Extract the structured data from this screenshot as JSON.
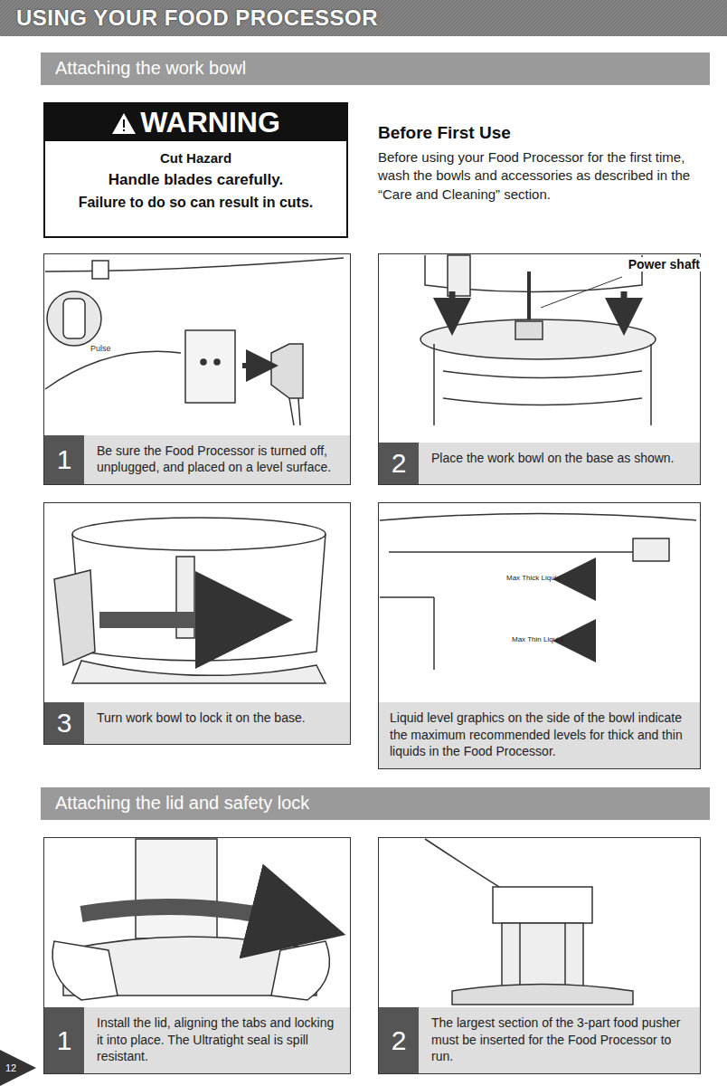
{
  "diagram": {
    "title": "USING YOUR FOOD PROCESSOR",
    "nodes": [
      {
        "text": [
          "Attaching the work bowl"
        ]
      },
      {
        "text": [
          "WARNING",
          "Cut Hazard",
          "Handle blades carefully.",
          "Failure to do so can result in cuts."
        ]
      },
      {
        "text": [
          "Be sure the Food Processor is turned off, unplugged, and placed on a level surface."
        ]
      },
      {
        "text": [
          "1"
        ],
        "in": 2
      },
      {
        "text": [
          "Place the work bowl on the base as shown."
        ]
      },
      {
        "text": [
          "2"
        ],
        "in": 4
      },
      {
        "text": [
          "Turn work bowl to lock it on the base."
        ]
      },
      {
        "text": [
          "3"
        ],
        "in": 6
      },
      {
        "text": [
          "Liquid level graphics on the side of the bowl indicate the maximum recommended levels for thick and thin liquids in the Food Processor."
        ]
      },
      {
        "text": [
          "Attaching the lid and safety lock"
        ]
      },
      {
        "text": [
          "Install the lid, aligning the tabs and locking it into place. The Ultratight seal is spill resistant."
        ]
      },
      {
        "text": [
          "1"
        ],
        "in": 10
      },
      {
        "text": [
          "The largest section of the 3-part food pusher must be inserted for the Food Processor to run."
        ]
      },
      {
        "text": [
          "2"
        ],
        "in": 12
      }
    ],
    "labels": [
      "Before First Use",
      "Before using your Food Processor for the first time, wash the bowls and accessories as described in the “Care and Cleaning” section.",
      "Power shaft",
      "Pulse",
      "Max Thick Liquid",
      "Max Thin Liquid",
      "12"
    ]
  }
}
